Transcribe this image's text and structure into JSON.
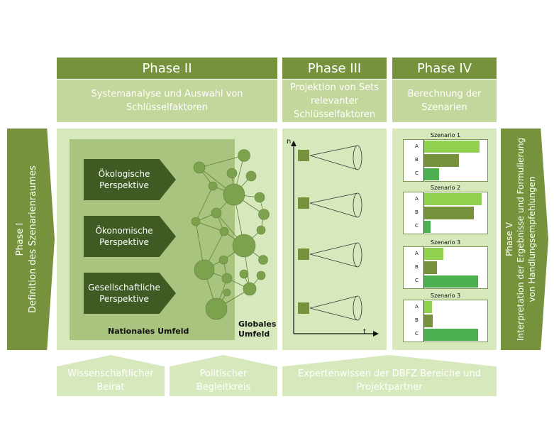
{
  "phases": {
    "p1": "Phase I",
    "p1_desc": "Definition des Szenarienraumes",
    "p2": "Phase II",
    "p2_desc": "Systemanalyse und Auswahl von Schlüsselfaktoren",
    "p3": "Phase III",
    "p3_desc": "Projektion von Sets relevanter Schlüsselfaktoren",
    "p4": "Phase IV",
    "p4_desc": "Berechnung der Szenarien",
    "p5": "Phase V",
    "p5_desc_line1": "Interpretation der Ergebnisse und Formulierung",
    "p5_desc_line2": "von Handlungsempfehlungen"
  },
  "perspectives": [
    "Ökologische Perspektive",
    "Ökonomische Perspektive",
    "Gesellschaftliche Perspektive"
  ],
  "labels": {
    "national": "Nationales Umfeld",
    "global": "Globales Umfeld",
    "axis_y": "n",
    "axis_x": "t"
  },
  "scenarios": [
    {
      "title": "Szenario 1",
      "bars": [
        {
          "label": "A",
          "value": 0.92,
          "color": "#92d050"
        },
        {
          "label": "B",
          "value": 0.58,
          "color": "#76923c"
        },
        {
          "label": "C",
          "value": 0.26,
          "color": "#4caf50"
        }
      ]
    },
    {
      "title": "Szenario 2",
      "bars": [
        {
          "label": "A",
          "value": 0.95,
          "color": "#92d050"
        },
        {
          "label": "B",
          "value": 0.82,
          "color": "#76923c"
        },
        {
          "label": "C",
          "value": 0.12,
          "color": "#4caf50"
        }
      ]
    },
    {
      "title": "Szenario 3",
      "bars": [
        {
          "label": "A",
          "value": 0.32,
          "color": "#92d050"
        },
        {
          "label": "B",
          "value": 0.22,
          "color": "#76923c"
        },
        {
          "label": "C",
          "value": 0.9,
          "color": "#4caf50"
        }
      ]
    },
    {
      "title": "Szenario 3",
      "bars": [
        {
          "label": "A",
          "value": 0.14,
          "color": "#92d050"
        },
        {
          "label": "B",
          "value": 0.15,
          "color": "#76923c"
        },
        {
          "label": "C",
          "value": 0.9,
          "color": "#4caf50"
        }
      ]
    }
  ],
  "inputs": {
    "beirat": "Wissenschaftlicher Beirat",
    "begleitkreis": "Politischer Begleitkreis",
    "experten": "Expertenwissen der DBFZ Bereiche und Projektpartner"
  },
  "colors": {
    "dark_green": "#76923c",
    "mid_green": "#c3d69b",
    "light_green": "#d7e8bd",
    "perspective": "#3f5b23"
  }
}
